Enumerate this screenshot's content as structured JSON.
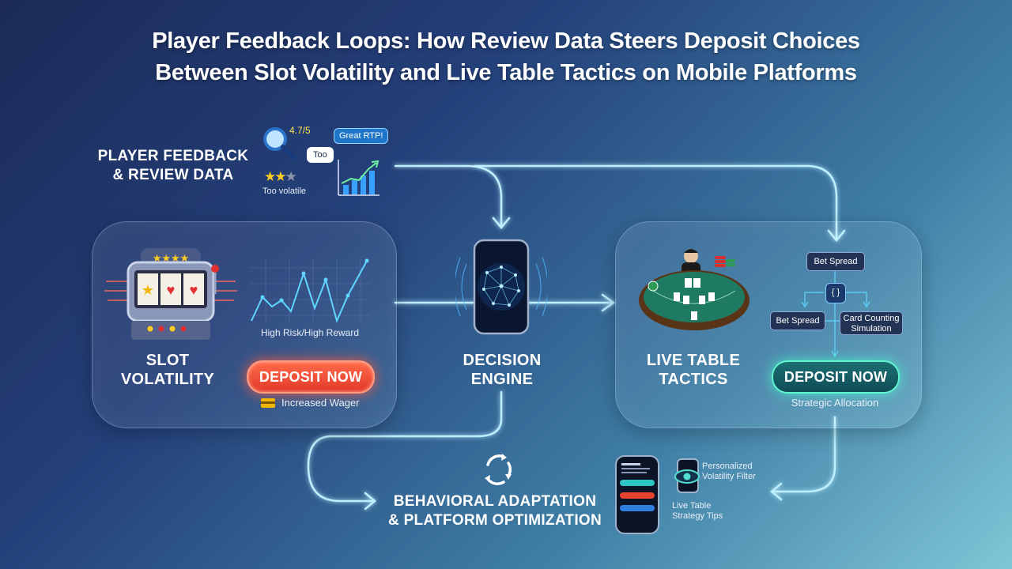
{
  "title": {
    "line1": "Player Feedback Loops: How Review Data Steers Deposit Choices",
    "line2": "Between Slot Volatility and Live Table Tactics on Mobile Platforms"
  },
  "feedback": {
    "label_line1": "PLAYER FEEDBACK",
    "label_line2": "& REVIEW DATA",
    "rating": "4.7/5",
    "bubble_great": "Great RTP!",
    "bubble_too": "Too",
    "stars_caption": "Too volatile",
    "star_count_filled": 2,
    "star_count_total": 3
  },
  "slot": {
    "label_line1": "SLOT",
    "label_line2": "VOLATILITY",
    "chart_caption": "High Risk/High Reward",
    "deposit_button": "DEPOSIT NOW",
    "wager_caption": "Increased Wager"
  },
  "engine": {
    "label_line1": "DECISION",
    "label_line2": "ENGINE"
  },
  "live": {
    "label_line1": "LIVE TABLE",
    "label_line2": "TACTICS",
    "deposit_button": "DEPOSIT NOW",
    "allocation_caption": "Strategic Allocation",
    "flow": {
      "top": "Bet Spread",
      "left": "Bet Spread",
      "right_line1": "Card Counting",
      "right_line2": "Simulation"
    }
  },
  "adaptation": {
    "label_line1": "BEHAVIORAL ADAPTATION",
    "label_line2": "& PLATFORM OPTIMIZATION",
    "tip1_line1": "Personalized",
    "tip1_line2": "Volatility Filter",
    "tip2_line1": "Live Table",
    "tip2_line2": "Strategy Tips"
  },
  "colors": {
    "flow_line": "#9fe3ff",
    "slot_button": "#e8432f",
    "live_button_glow": "#5ff5cf"
  }
}
